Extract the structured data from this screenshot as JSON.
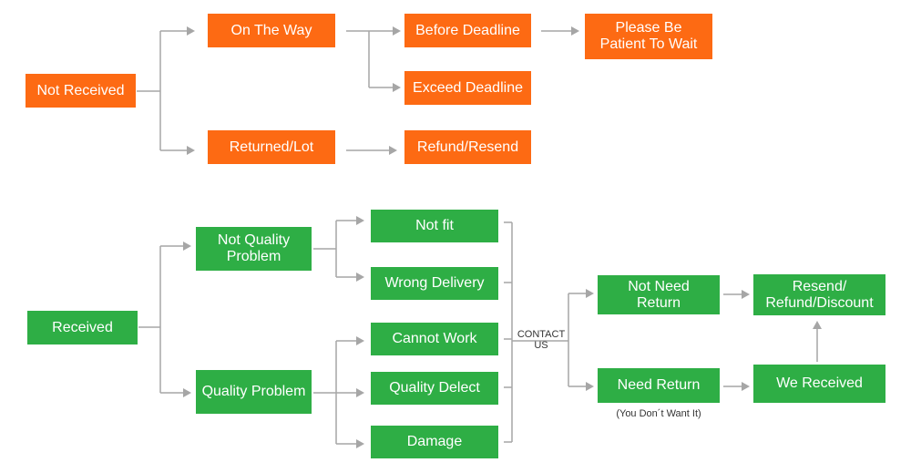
{
  "colors": {
    "orange": "#fd6a13",
    "green": "#2eae45",
    "connector": "#a6a6a6",
    "background": "#ffffff"
  },
  "not_received_flow": {
    "root": "Not Received",
    "on_the_way": "On The Way",
    "before_deadline": "Before Deadline",
    "exceed_deadline": "Exceed Deadline",
    "please_wait": [
      "Please Be",
      "Patient To Wait"
    ],
    "returned_lot": "Returned/Lot",
    "refund_resend": "Refund/Resend"
  },
  "received_flow": {
    "root": "Received",
    "not_quality_problem": [
      "Not Quality",
      "Problem"
    ],
    "quality_problem": "Quality Problem",
    "not_fit": "Not fit",
    "wrong_delivery": "Wrong Delivery",
    "cannot_work": "Cannot Work",
    "quality_defect": "Quality Delect",
    "damage": "Damage",
    "contact_us": [
      "CONTACT",
      "US"
    ],
    "not_need_return": [
      "Not Need",
      "Return"
    ],
    "need_return": "Need Return",
    "need_return_note": "(You Don´t Want It)",
    "resend_refund_discount": [
      "Resend/",
      "Refund/Discount"
    ],
    "we_received": "We Received"
  }
}
